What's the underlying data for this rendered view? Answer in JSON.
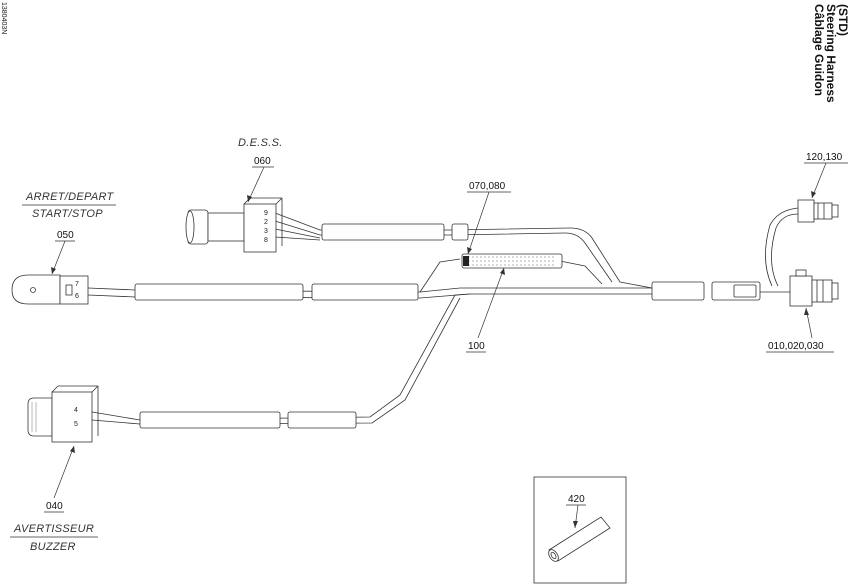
{
  "title": {
    "line1": "Câblage Guidon",
    "line2": "Steering Harness",
    "line3": "(STD)"
  },
  "drawing_code": "1380403N",
  "components": {
    "dess": {
      "label": "D.E.S.S.",
      "ref": "060",
      "pins": [
        "9",
        "2",
        "3",
        "8"
      ]
    },
    "start_stop": {
      "label_fr": "ARRET/DEPART",
      "label_en": "START/STOP",
      "ref": "050",
      "pins": [
        "7",
        "6"
      ]
    },
    "buzzer": {
      "label_fr": "AVERTISSEUR",
      "label_en": "BUZZER",
      "ref": "040",
      "pins": [
        "4",
        "5"
      ]
    },
    "splice": {
      "ref": "070,080"
    },
    "splice_lower": {
      "ref": "100"
    },
    "connector_top": {
      "ref": "120,130"
    },
    "connector_main": {
      "ref": "010,020,030"
    },
    "sleeve": {
      "ref": "420"
    }
  }
}
